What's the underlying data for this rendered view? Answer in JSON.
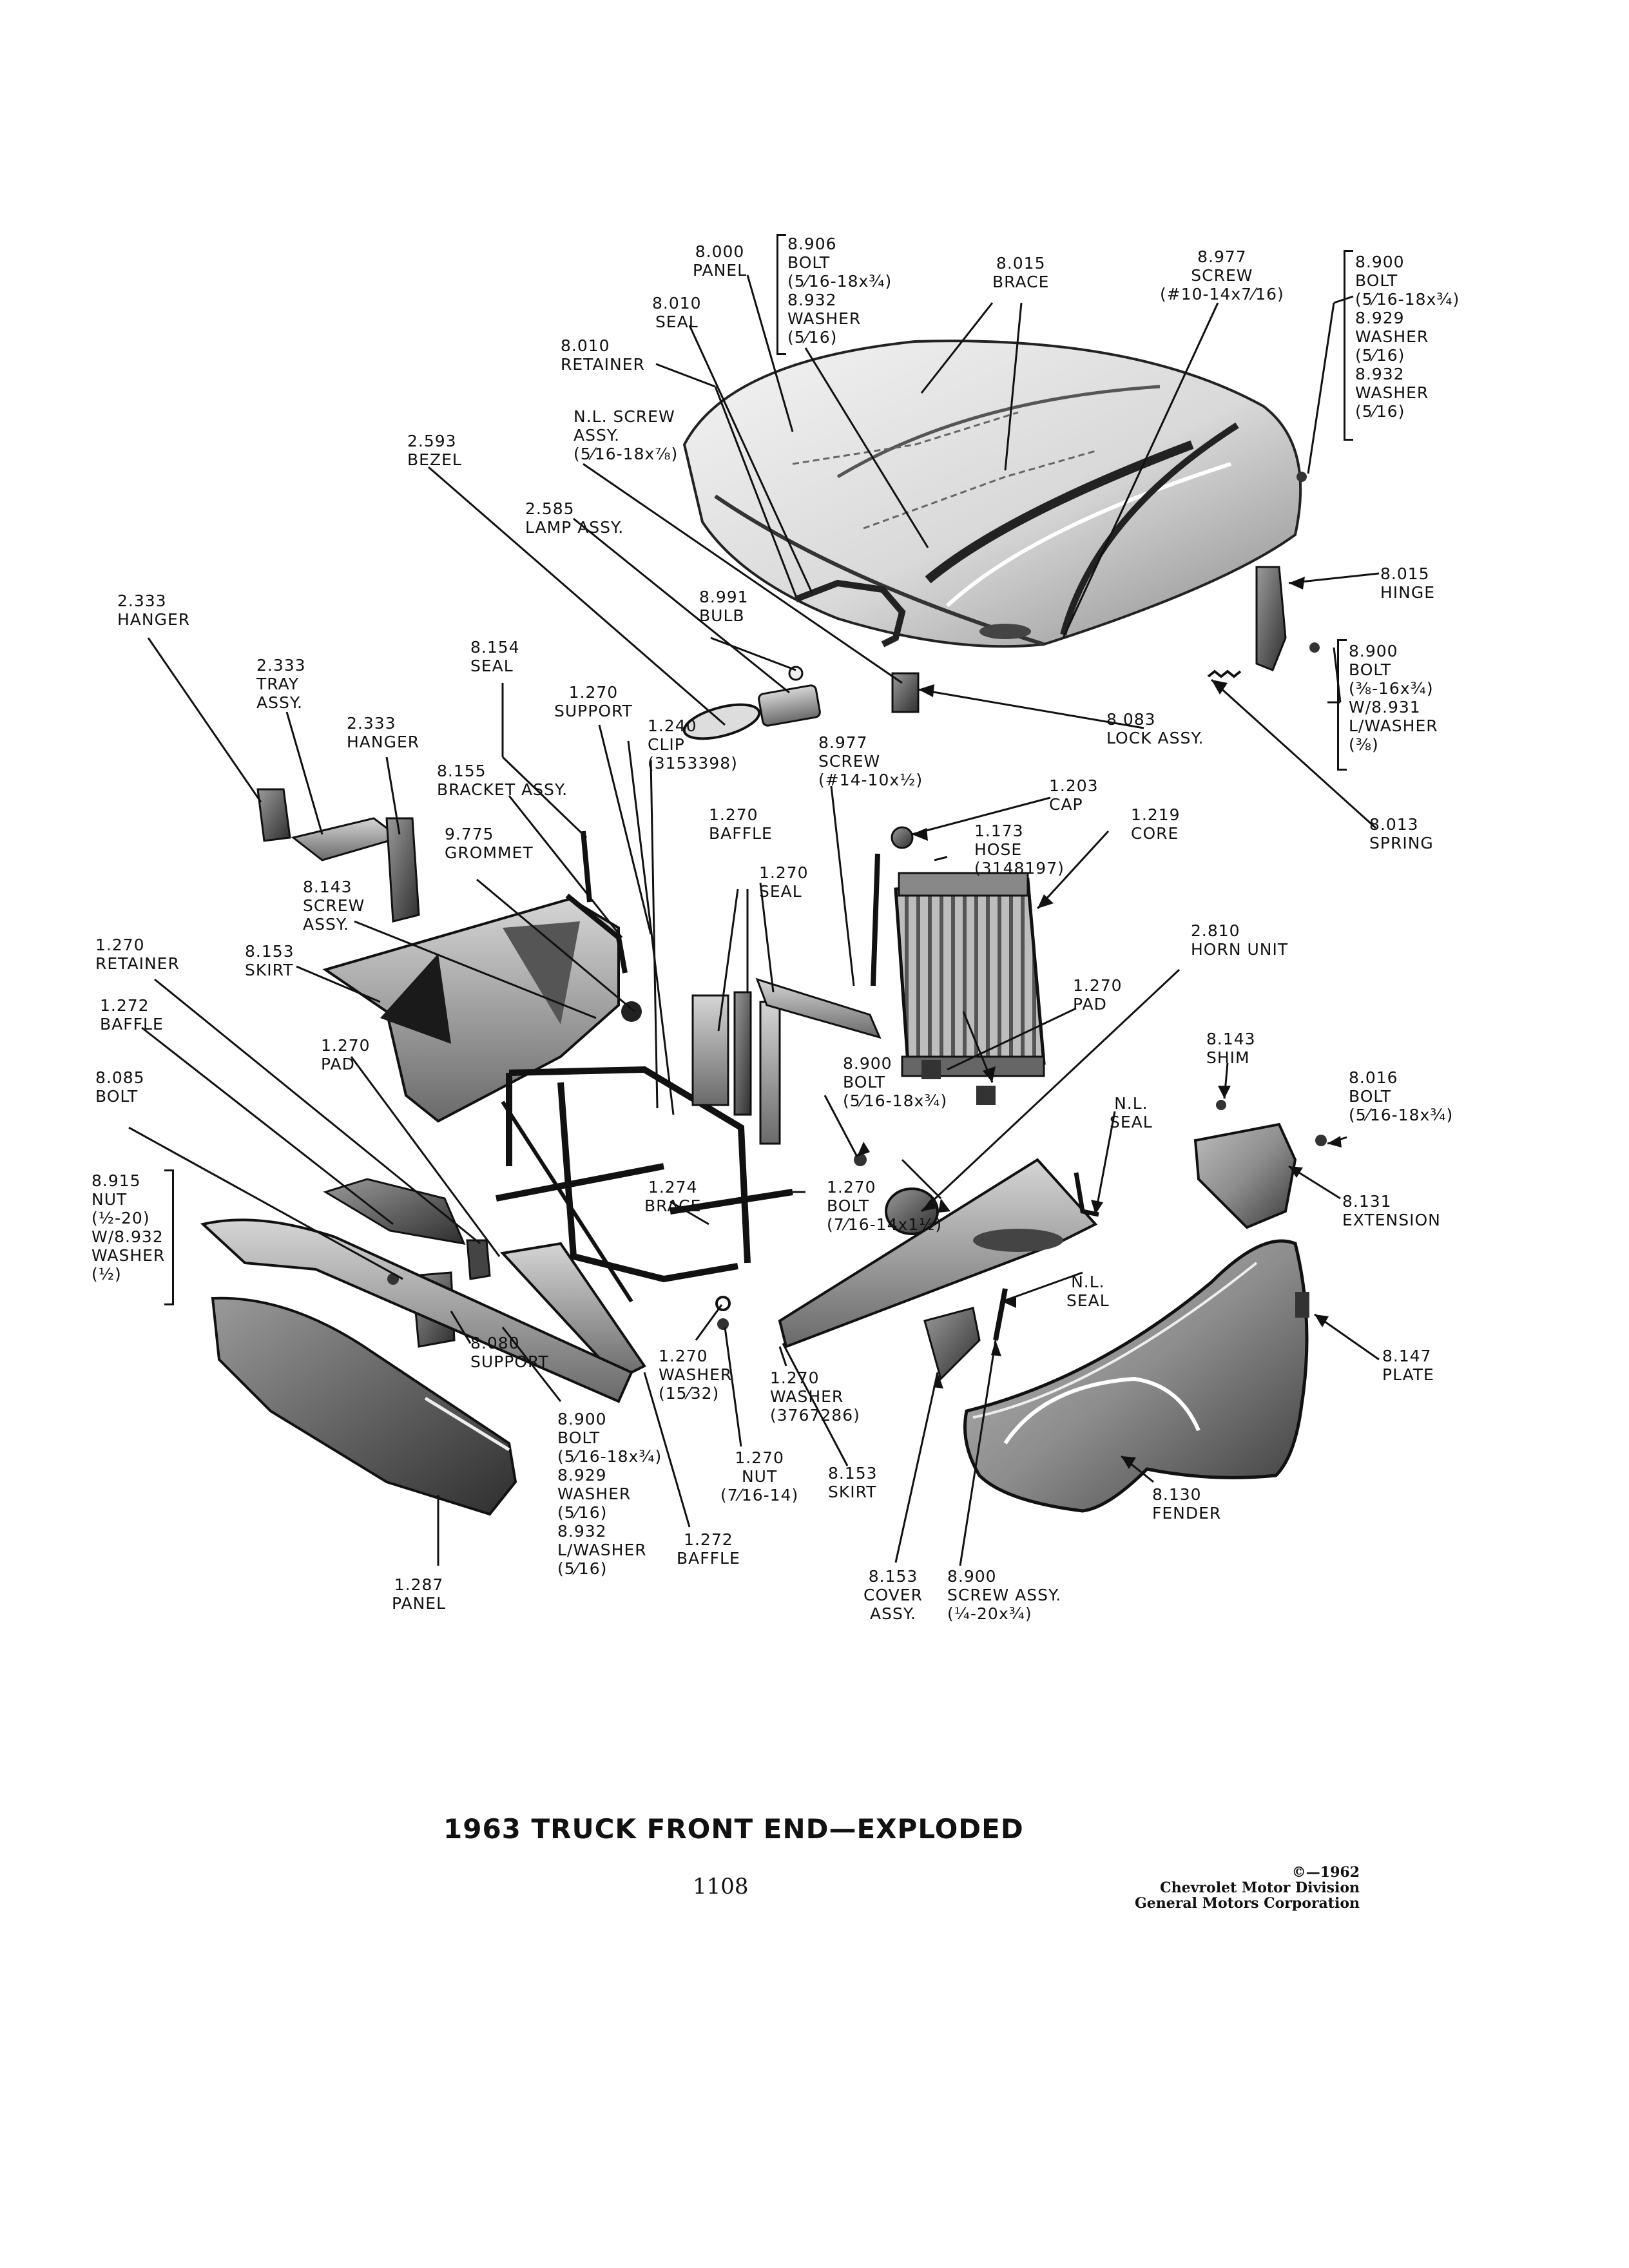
{
  "title": "1963 TRUCK FRONT END—EXPLODED",
  "page_number": "1108",
  "copyright": {
    "year": "©—1962",
    "division": "Chevrolet Motor Division",
    "corporation": "General Motors Corporation"
  },
  "callouts": {
    "panel_8000": "8.000\nPANEL",
    "bolt_washer_8906": "8.906\nBOLT\n(5⁄16-18x¾)\n8.932\nWASHER\n(5⁄16)",
    "seal_8010": "8.010\nSEAL",
    "retainer_8010": "8.010\nRETAINER",
    "brace_8015": "8.015\nBRACE",
    "screw_8977_top": "8.977\nSCREW\n(#10-14x7⁄16)",
    "bolt_washers_8900_top": "8.900\nBOLT\n(5⁄16-18x¾)\n8.929\nWASHER\n(5⁄16)\n8.932\nWASHER\n(5⁄16)",
    "nl_screw_assy": "N.L. SCREW\nASSY.\n(5⁄16-18x⅞)",
    "bezel_2593": "2.593\nBEZEL",
    "lamp_assy_2585": "2.585\nLAMP ASSY.",
    "hinge_8015": "8.015\nHINGE",
    "bolt_lwasher_8900_right": "8.900\nBOLT\n(⅜-16x¾)\nW/8.931\nL/WASHER\n(⅜)",
    "hanger_2333_left": "2.333\nHANGER",
    "bulb_8991": "8.991\nBULB",
    "tray_assy_2333": "2.333\nTRAY\nASSY.",
    "seal_8154": "8.154\nSEAL",
    "support_1270": "1.270\nSUPPORT",
    "clip_1240": "1.240\nCLIP\n(3153398)",
    "lock_assy_8083": "8.083\nLOCK ASSY.",
    "hanger_2333_mid": "2.333\nHANGER",
    "screw_8977_mid": "8.977\nSCREW\n(#14-10x½)",
    "cap_1203": "1.203\nCAP",
    "bracket_assy_8155": "8.155\nBRACKET ASSY.",
    "hose_1173": "1.173\nHOSE\n(3148197)",
    "core_1219": "1.219\nCORE",
    "spring_8013": "8.013\nSPRING",
    "grommet_9775": "9.775\nGROMMET",
    "baffle_1270": "1.270\nBAFFLE",
    "seal_1270": "1.270\nSEAL",
    "screw_assy_8143": "8.143\nSCREW\nASSY.",
    "retainer_1270": "1.270\nRETAINER",
    "skirt_8153_left": "8.153\nSKIRT",
    "horn_unit_2810": "2.810\nHORN UNIT",
    "pad_1270_right": "1.270\nPAD",
    "baffle_1272_left": "1.272\nBAFFLE",
    "pad_1270_left": "1.270\nPAD",
    "shim_8143": "8.143\nSHIM",
    "bolt_8900_mid": "8.900\nBOLT\n(5⁄16-18x¾)",
    "bolt_8085": "8.085\nBOLT",
    "bolt_8016": "8.016\nBOLT\n(5⁄16-18x¾)",
    "nl_seal_upper": "N.L.\nSEAL",
    "nut_washer_8915": "8.915\nNUT\n(½-20)\nW/8.932\nWASHER\n(½)",
    "brace_1274": "1.274\nBRACE",
    "bolt_1270": "1.270\nBOLT\n(7⁄16-14x1½)",
    "extension_8131": "8.131\nEXTENSION",
    "nl_seal_lower": "N.L.\nSEAL",
    "support_8080": "8.080\nSUPPORT",
    "washer_1270_small": "1.270\nWASHER\n(15⁄32)",
    "washer_1270_large": "1.270\nWASHER\n(3767286)",
    "plate_8147": "8.147\nPLATE",
    "bolt_washers_8900_bottom": "8.900\nBOLT\n(5⁄16-18x¾)\n8.929\nWASHER\n(5⁄16)\n8.932\nL/WASHER\n(5⁄16)",
    "nut_1270": "1.270\nNUT\n(7⁄16-14)",
    "skirt_8153_lower": "8.153\nSKIRT",
    "fender_8130": "8.130\nFENDER",
    "baffle_1272_lower": "1.272\nBAFFLE",
    "panel_1287": "1.287\nPANEL",
    "cover_assy_8153": "8.153\nCOVER\nASSY.",
    "screw_assy_8900": "8.900\nSCREW ASSY.\n(¼-20x¾)"
  }
}
